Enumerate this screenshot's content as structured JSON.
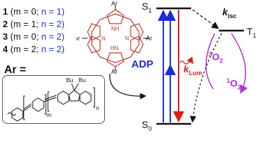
{
  "compounds": [
    {
      "id": "1",
      "m": "(m = 0;",
      "n": "n = 1)"
    },
    {
      "id": "2",
      "m": "(m = 1;",
      "n": "n = 2)"
    },
    {
      "id": "3",
      "m": "(m = 0;",
      "n": "n = 2)"
    },
    {
      "id": "4",
      "m": "(m = 2;",
      "n": "n = 2)"
    }
  ],
  "porphyrin": {
    "substituent": "Ar",
    "nh_top": "NH",
    "n_left": "N",
    "n_right": "N",
    "hn_bottom": "HN"
  },
  "ar_definition": {
    "label": "Ar =",
    "substituent": "Bu",
    "index_m": "m",
    "index_n": "n"
  },
  "energy_diagram": {
    "s1": "S",
    "s1_sub": "1",
    "s0": "S",
    "s0_sub": "0",
    "t1": "T",
    "t1_sub": "1",
    "adp": "ADP",
    "k_lum": "k",
    "k_lum_sub": "Lum",
    "k_isc": "k",
    "k_isc_sub": "isc",
    "triplet_oxygen_sup": "3",
    "triplet_oxygen": "O",
    "triplet_oxygen_sub": "2",
    "singlet_oxygen_sup": "1",
    "singlet_oxygen": "O",
    "singlet_oxygen_sub": "2"
  },
  "colors": {
    "compound_n": "#2233cc",
    "porphyrin_ring": "#c0392b",
    "adp_arrow": "#1a2ed6",
    "luminescence_arrow": "#e11b1b",
    "oxygen": "#b430d6"
  }
}
